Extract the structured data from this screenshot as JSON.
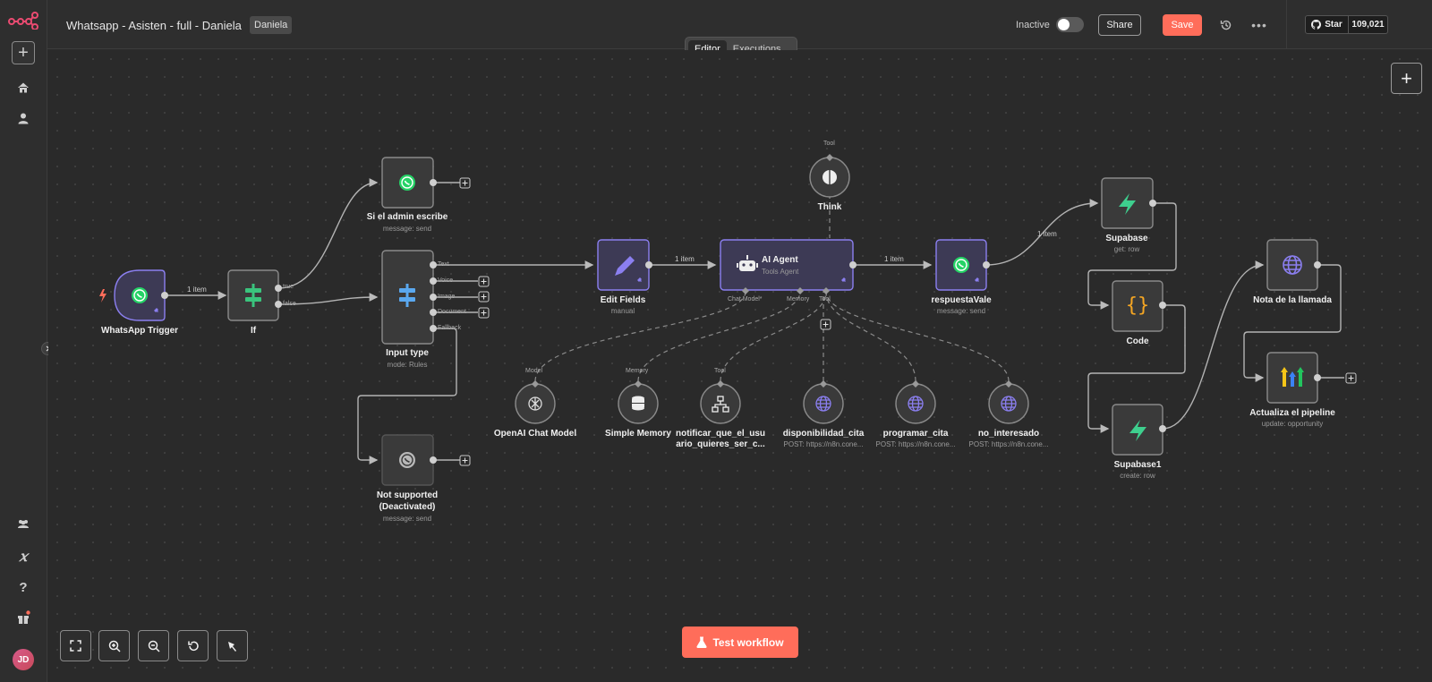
{
  "header": {
    "workflow_title": "Whatsapp - Asisten - full - Daniela",
    "tag": "Daniela",
    "status_label": "Inactive",
    "share_label": "Share",
    "save_label": "Save",
    "github_star_label": "Star",
    "github_star_count": "109,021"
  },
  "mode_tabs": [
    {
      "label": "Editor",
      "active": true
    },
    {
      "label": "Executions",
      "active": false
    }
  ],
  "user": {
    "initials": "JD"
  },
  "nodes": {
    "whatsapp_trigger": {
      "label": "WhatsApp Trigger",
      "sub": ""
    },
    "if": {
      "label": "If",
      "sub": "",
      "outputs": [
        "true",
        "false"
      ]
    },
    "admin": {
      "label": "Si el admin escribe",
      "sub": "message: send"
    },
    "input_type": {
      "label": "Input type",
      "sub": "mode: Rules",
      "outputs": [
        "Text",
        "Voice",
        "Image",
        "Document",
        "Fallback"
      ]
    },
    "not_supported": {
      "label": "Not supported",
      "label2": "(Deactivated)",
      "sub": "message: send"
    },
    "edit_fields": {
      "label": "Edit Fields",
      "sub": "manual"
    },
    "ai_agent": {
      "label": "AI Agent",
      "sub": "Tools Agent",
      "ports": [
        "Chat Model*",
        "Memory",
        "Tool"
      ]
    },
    "think": {
      "label": "Think",
      "port": "Tool"
    },
    "respuesta": {
      "label": "respuestaVale",
      "sub": "message: send"
    },
    "openai": {
      "label": "OpenAI Chat Model",
      "port": "Model"
    },
    "memory": {
      "label": "Simple Memory",
      "port": "Memory"
    },
    "notificar": {
      "label": "notificar_que_el_usu",
      "label2": "ario_quieres_ser_c...",
      "port": "Tool"
    },
    "disponibilidad": {
      "label": "disponibilidad_cita",
      "sub": "POST: https://n8n.cone..."
    },
    "programar": {
      "label": "programar_cita",
      "sub": "POST: https://n8n.cone..."
    },
    "no_interesado": {
      "label": "no_interesado",
      "sub": "POST: https://n8n.cone..."
    },
    "supabase": {
      "label": "Supabase",
      "sub": "get: row"
    },
    "code": {
      "label": "Code",
      "sub": ""
    },
    "supabase1": {
      "label": "Supabase1",
      "sub": "create: row"
    },
    "nota": {
      "label": "Nota de la llamada",
      "sub": ""
    },
    "pipeline": {
      "label": "Actualiza el pipeline",
      "sub": "update: opportunity"
    }
  },
  "edge_labels": {
    "trigger_if": "1 item",
    "edit_agent": "1 item",
    "agent_resp": "1 item",
    "resp_supabase": "1 item"
  },
  "test_workflow_label": "Test workflow",
  "colors": {
    "accent": "#ff6d5a",
    "whatsapp": "#25d366",
    "purple": "#7b6cd9",
    "tool_globe": "#8b7ff0"
  }
}
